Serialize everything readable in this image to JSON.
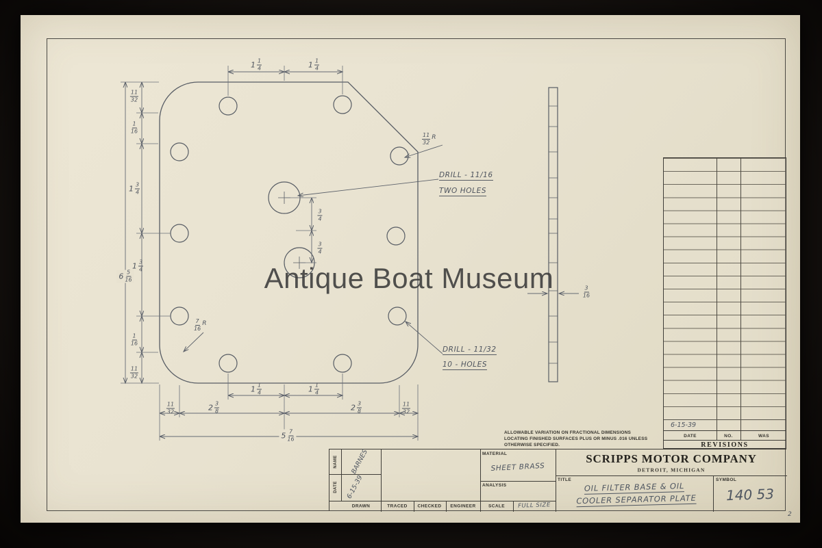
{
  "watermark": "Antique Boat Museum",
  "page_number": "2",
  "dims": {
    "top1": "1 1/4",
    "top2": "1 1/4",
    "left1": "11/32",
    "left2": "1/16",
    "left3": "1 3/4",
    "left4": "1 3/4",
    "left5": "1/16",
    "left6": "11/32",
    "left_overall": "6 5/16",
    "mid1": "3/4",
    "mid2": "3/4",
    "corner_radius": "11/32 R",
    "fillet_radius": "7/16 R",
    "thickness": "3/16",
    "bottom1": "1 1/4",
    "bottom2": "1 1/4",
    "bottom_b1": "11/32",
    "bottom_b2": "2 3/8",
    "bottom_b3": "2 3/8",
    "bottom_b4": "11/32",
    "bottom_overall": "5 7/16"
  },
  "callouts": {
    "drill_large_line1": "DRILL - 11/16",
    "drill_large_line2": "TWO HOLES",
    "drill_small_line1": "DRILL - 11/32",
    "drill_small_line2": "10 - HOLES"
  },
  "note": "ALLOWABLE VARIATION ON FRACTIONAL DIMENSIONS LOCATING FINISHED SURFACES PLUS OR MINUS .016 UNLESS OTHERWISE SPECIFIED.",
  "revisions": {
    "entry_date": "6-15-39",
    "col_date": "DATE",
    "col_no": "NO.",
    "col_was": "WAS",
    "title": "REVISIONS"
  },
  "title_block": {
    "name_label": "NAME",
    "date_label": "DATE",
    "name_value": "BARNES",
    "date_value": "6-15-39",
    "drawn": "DRAWN",
    "traced": "TRACED",
    "checked": "CHECKED",
    "engineer": "ENGINEER",
    "scale_label": "SCALE",
    "scale_value": "FULL SIZE",
    "material_label": "MATERIAL",
    "material_value": "SHEET BRASS",
    "analysis_label": "ANALYSIS",
    "company": "SCRIPPS MOTOR COMPANY",
    "company_city": "DETROIT, MICHIGAN",
    "title_label": "TITLE",
    "title_line1": "OIL FILTER BASE & OIL",
    "title_line2": "COOLER SEPARATOR PLATE",
    "symbol_label": "SYMBOL",
    "symbol_value": "140 53"
  }
}
